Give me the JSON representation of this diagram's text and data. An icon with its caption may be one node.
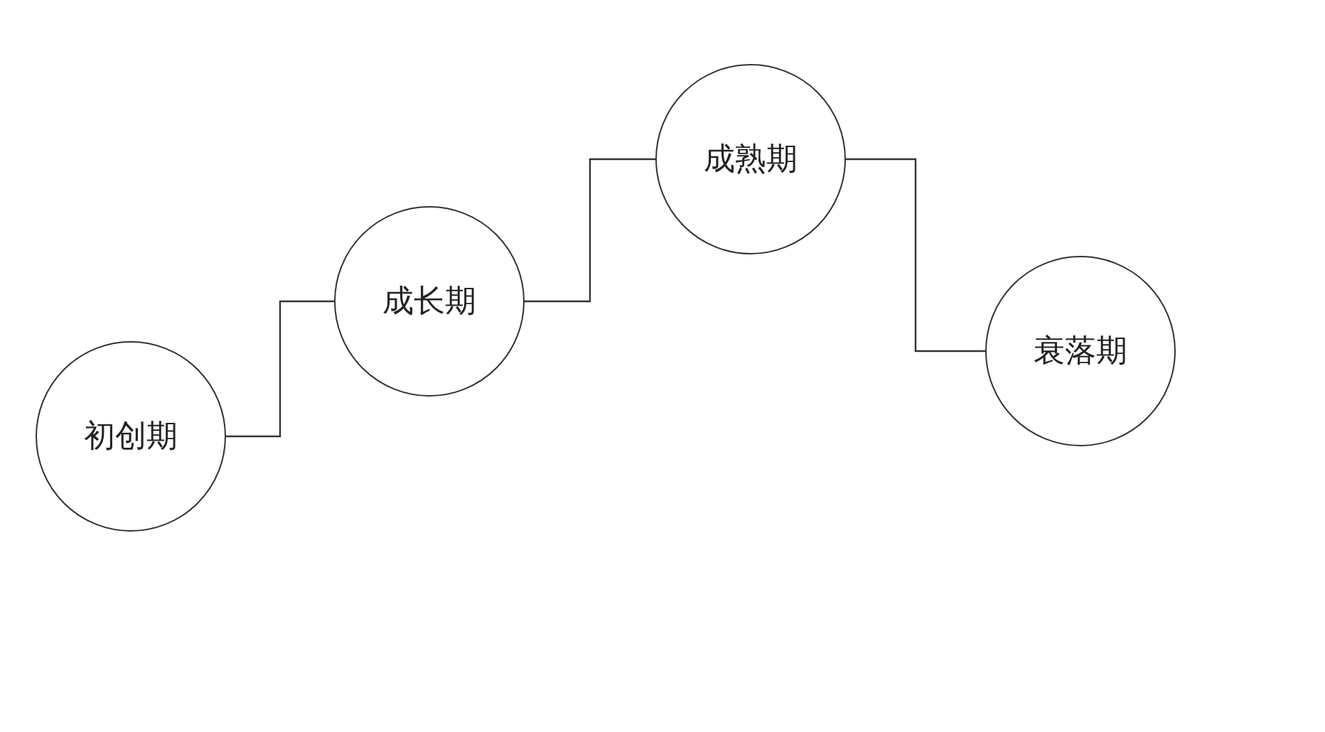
{
  "diagram": {
    "nodes": [
      {
        "text": [
          "初创期"
        ]
      },
      {
        "text": [
          "成长期"
        ]
      },
      {
        "text": [
          "成熟期"
        ]
      },
      {
        "text": [
          "衰落期"
        ]
      }
    ],
    "edges": [
      {
        "from": 0,
        "to": 1,
        "arrow": "none"
      },
      {
        "from": 1,
        "to": 2,
        "arrow": "none"
      },
      {
        "from": 2,
        "to": 3,
        "arrow": "none"
      }
    ]
  }
}
